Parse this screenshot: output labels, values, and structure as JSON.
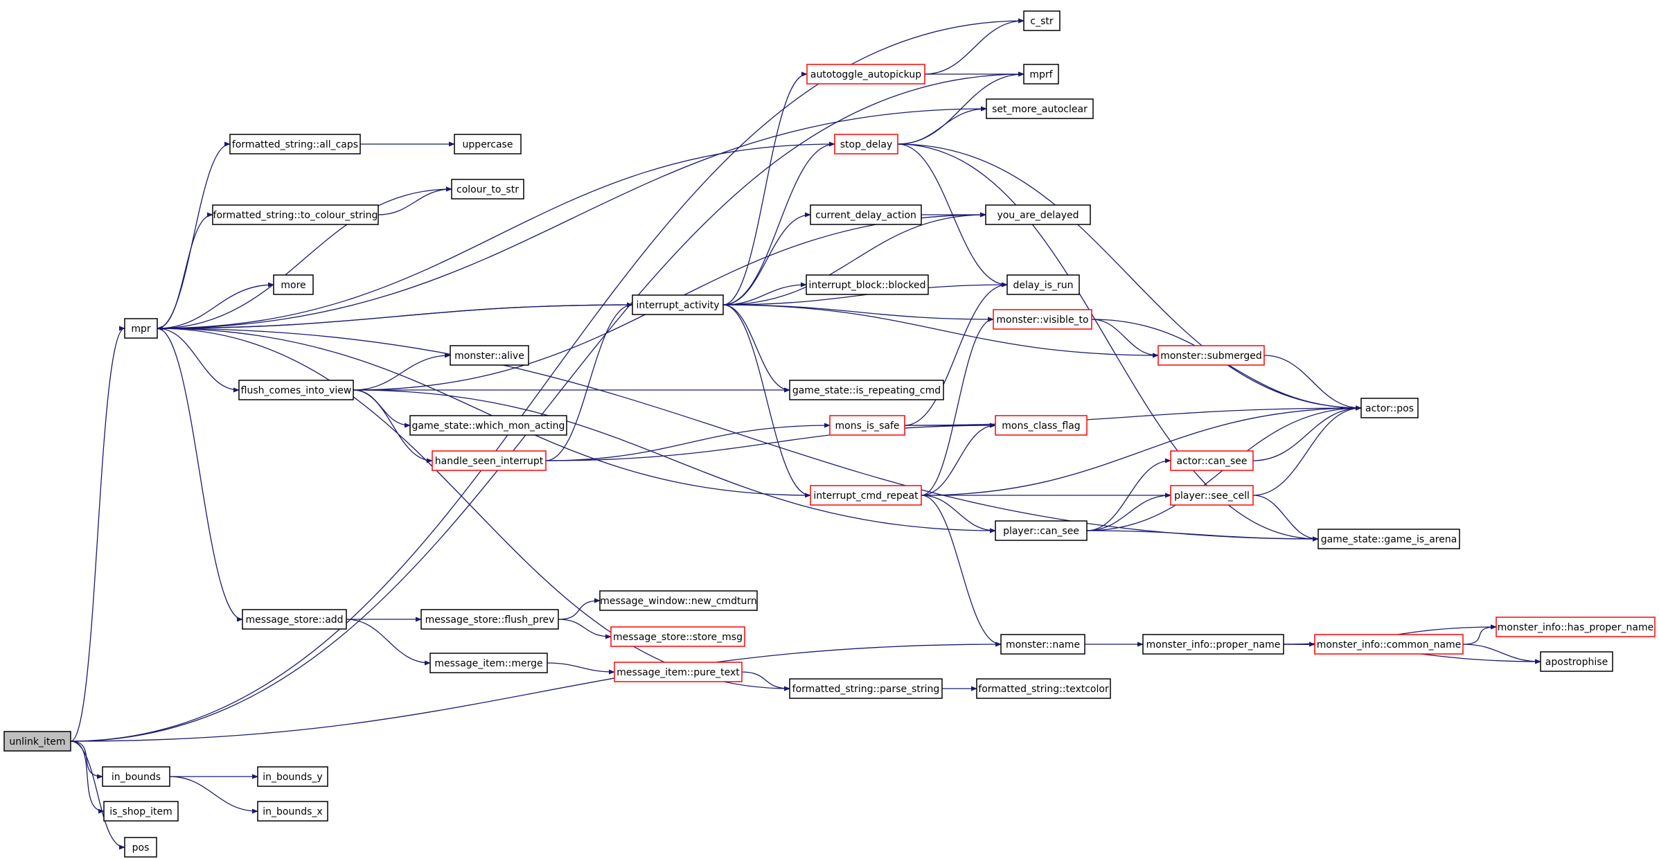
{
  "colors": {
    "edge": "#191970",
    "node_border": "#000000",
    "truncated_border": "#ff0000",
    "root_fill": "#bfbfbf"
  },
  "nodes": [
    {
      "id": "unlink_item",
      "label": "unlink_item",
      "style": "root"
    },
    {
      "id": "c_str",
      "label": "c_str",
      "style": "normal"
    },
    {
      "id": "mprf",
      "label": "mprf",
      "style": "normal"
    },
    {
      "id": "autotoggle",
      "label": "autotoggle_autopickup",
      "style": "truncated"
    },
    {
      "id": "set_more",
      "label": "set_more_autoclear",
      "style": "normal"
    },
    {
      "id": "all_caps",
      "label": "formatted_string::all_caps",
      "style": "normal"
    },
    {
      "id": "uppercase",
      "label": "uppercase",
      "style": "normal"
    },
    {
      "id": "stop_delay",
      "label": "stop_delay",
      "style": "truncated"
    },
    {
      "id": "colour_to_str",
      "label": "colour_to_str",
      "style": "normal"
    },
    {
      "id": "to_colour_string",
      "label": "formatted_string::to_colour_string",
      "style": "normal"
    },
    {
      "id": "current_delay",
      "label": "current_delay_action",
      "style": "normal"
    },
    {
      "id": "you_are_delayed",
      "label": "you_are_delayed",
      "style": "normal"
    },
    {
      "id": "more",
      "label": "more",
      "style": "normal"
    },
    {
      "id": "blocked",
      "label": "interrupt_block::blocked",
      "style": "normal"
    },
    {
      "id": "delay_is_run",
      "label": "delay_is_run",
      "style": "normal"
    },
    {
      "id": "interrupt_activity",
      "label": "interrupt_activity",
      "style": "normal"
    },
    {
      "id": "mpr",
      "label": "mpr",
      "style": "normal"
    },
    {
      "id": "visible_to",
      "label": "monster::visible_to",
      "style": "truncated"
    },
    {
      "id": "submerged",
      "label": "monster::submerged",
      "style": "truncated"
    },
    {
      "id": "alive",
      "label": "monster::alive",
      "style": "normal"
    },
    {
      "id": "flush_comes",
      "label": "flush_comes_into_view",
      "style": "normal"
    },
    {
      "id": "is_repeating",
      "label": "game_state::is_repeating_cmd",
      "style": "normal"
    },
    {
      "id": "actor_pos",
      "label": "actor::pos",
      "style": "normal"
    },
    {
      "id": "which_mon",
      "label": "game_state::which_mon_acting",
      "style": "normal"
    },
    {
      "id": "mons_is_safe",
      "label": "mons_is_safe",
      "style": "truncated"
    },
    {
      "id": "mons_class_flag",
      "label": "mons_class_flag",
      "style": "truncated"
    },
    {
      "id": "handle_seen",
      "label": "handle_seen_interrupt",
      "style": "truncated"
    },
    {
      "id": "actor_can_see",
      "label": "actor::can_see",
      "style": "truncated"
    },
    {
      "id": "interrupt_cmd",
      "label": "interrupt_cmd_repeat",
      "style": "truncated"
    },
    {
      "id": "see_cell",
      "label": "player::see_cell",
      "style": "truncated"
    },
    {
      "id": "player_can_see",
      "label": "player::can_see",
      "style": "normal"
    },
    {
      "id": "game_is_arena",
      "label": "game_state::game_is_arena",
      "style": "normal"
    },
    {
      "id": "new_cmdturn",
      "label": "message_window::new_cmdturn",
      "style": "normal"
    },
    {
      "id": "ms_add",
      "label": "message_store::add",
      "style": "normal"
    },
    {
      "id": "flush_prev",
      "label": "message_store::flush_prev",
      "style": "normal"
    },
    {
      "id": "has_proper_name",
      "label": "monster_info::has_proper_name",
      "style": "truncated"
    },
    {
      "id": "store_msg",
      "label": "message_store::store_msg",
      "style": "truncated"
    },
    {
      "id": "monster_name",
      "label": "monster::name",
      "style": "normal"
    },
    {
      "id": "proper_name",
      "label": "monster_info::proper_name",
      "style": "normal"
    },
    {
      "id": "common_name",
      "label": "monster_info::common_name",
      "style": "truncated"
    },
    {
      "id": "apostrophise",
      "label": "apostrophise",
      "style": "normal"
    },
    {
      "id": "merge",
      "label": "message_item::merge",
      "style": "normal"
    },
    {
      "id": "pure_text",
      "label": "message_item::pure_text",
      "style": "truncated"
    },
    {
      "id": "parse_string",
      "label": "formatted_string::parse_string",
      "style": "normal"
    },
    {
      "id": "textcolor",
      "label": "formatted_string::textcolor",
      "style": "normal"
    },
    {
      "id": "in_bounds",
      "label": "in_bounds",
      "style": "normal"
    },
    {
      "id": "in_bounds_y",
      "label": "in_bounds_y",
      "style": "normal"
    },
    {
      "id": "is_shop_item",
      "label": "is_shop_item",
      "style": "normal"
    },
    {
      "id": "in_bounds_x",
      "label": "in_bounds_x",
      "style": "normal"
    },
    {
      "id": "pos",
      "label": "pos",
      "style": "normal"
    }
  ],
  "edges": [
    [
      "unlink_item",
      "c_str"
    ],
    [
      "unlink_item",
      "mprf"
    ],
    [
      "unlink_item",
      "mpr"
    ],
    [
      "unlink_item",
      "monster_name"
    ],
    [
      "unlink_item",
      "in_bounds"
    ],
    [
      "unlink_item",
      "is_shop_item"
    ],
    [
      "unlink_item",
      "pos"
    ],
    [
      "autotoggle",
      "c_str"
    ],
    [
      "autotoggle",
      "mprf"
    ],
    [
      "mpr",
      "set_more"
    ],
    [
      "mpr",
      "all_caps"
    ],
    [
      "mpr",
      "colour_to_str"
    ],
    [
      "mpr",
      "to_colour_string"
    ],
    [
      "mpr",
      "more"
    ],
    [
      "mpr",
      "interrupt_activity"
    ],
    [
      "mpr",
      "flush_comes"
    ],
    [
      "mpr",
      "game_is_arena"
    ],
    [
      "mpr",
      "ms_add"
    ],
    [
      "mpr",
      "parse_string"
    ],
    [
      "all_caps",
      "uppercase"
    ],
    [
      "to_colour_string",
      "colour_to_str"
    ],
    [
      "stop_delay",
      "mprf"
    ],
    [
      "stop_delay",
      "set_more"
    ],
    [
      "stop_delay",
      "actor_pos"
    ],
    [
      "stop_delay",
      "delay_is_run"
    ],
    [
      "stop_delay",
      "game_is_arena"
    ],
    [
      "stop_delay",
      "mpr"
    ],
    [
      "current_delay",
      "you_are_delayed"
    ],
    [
      "interrupt_activity",
      "autotoggle"
    ],
    [
      "interrupt_activity",
      "stop_delay"
    ],
    [
      "interrupt_activity",
      "current_delay"
    ],
    [
      "interrupt_activity",
      "you_are_delayed"
    ],
    [
      "interrupt_activity",
      "blocked"
    ],
    [
      "interrupt_activity",
      "delay_is_run"
    ],
    [
      "interrupt_activity",
      "visible_to"
    ],
    [
      "interrupt_activity",
      "submerged"
    ],
    [
      "interrupt_activity",
      "is_repeating"
    ],
    [
      "interrupt_activity",
      "interrupt_cmd"
    ],
    [
      "interrupt_activity",
      "mpr"
    ],
    [
      "visible_to",
      "submerged"
    ],
    [
      "visible_to",
      "actor_pos"
    ],
    [
      "submerged",
      "actor_pos"
    ],
    [
      "flush_comes",
      "alive"
    ],
    [
      "flush_comes",
      "is_repeating"
    ],
    [
      "flush_comes",
      "which_mon"
    ],
    [
      "flush_comes",
      "handle_seen"
    ],
    [
      "flush_comes",
      "you_are_delayed"
    ],
    [
      "flush_comes",
      "player_can_see"
    ],
    [
      "handle_seen",
      "mons_is_safe"
    ],
    [
      "handle_seen",
      "mons_class_flag"
    ],
    [
      "handle_seen",
      "interrupt_activity"
    ],
    [
      "mons_is_safe",
      "actor_pos"
    ],
    [
      "mons_is_safe",
      "mons_class_flag"
    ],
    [
      "mons_is_safe",
      "delay_is_run"
    ],
    [
      "interrupt_cmd",
      "mons_class_flag"
    ],
    [
      "interrupt_cmd",
      "actor_pos"
    ],
    [
      "interrupt_cmd",
      "see_cell"
    ],
    [
      "interrupt_cmd",
      "player_can_see"
    ],
    [
      "interrupt_cmd",
      "monster_name"
    ],
    [
      "interrupt_cmd",
      "visible_to"
    ],
    [
      "interrupt_cmd",
      "mpr"
    ],
    [
      "actor_can_see",
      "actor_pos"
    ],
    [
      "see_cell",
      "actor_pos"
    ],
    [
      "see_cell",
      "game_is_arena"
    ],
    [
      "player_can_see",
      "actor_can_see"
    ],
    [
      "player_can_see",
      "see_cell"
    ],
    [
      "player_can_see",
      "actor_pos"
    ],
    [
      "player_can_see",
      "game_is_arena"
    ],
    [
      "ms_add",
      "flush_prev"
    ],
    [
      "ms_add",
      "merge"
    ],
    [
      "flush_prev",
      "new_cmdturn"
    ],
    [
      "flush_prev",
      "store_msg"
    ],
    [
      "merge",
      "pure_text"
    ],
    [
      "pure_text",
      "parse_string"
    ],
    [
      "parse_string",
      "textcolor"
    ],
    [
      "monster_name",
      "proper_name"
    ],
    [
      "proper_name",
      "has_proper_name"
    ],
    [
      "proper_name",
      "common_name"
    ],
    [
      "proper_name",
      "apostrophise"
    ],
    [
      "common_name",
      "has_proper_name"
    ],
    [
      "common_name",
      "apostrophise"
    ],
    [
      "in_bounds",
      "in_bounds_y"
    ],
    [
      "in_bounds",
      "in_bounds_x"
    ]
  ]
}
